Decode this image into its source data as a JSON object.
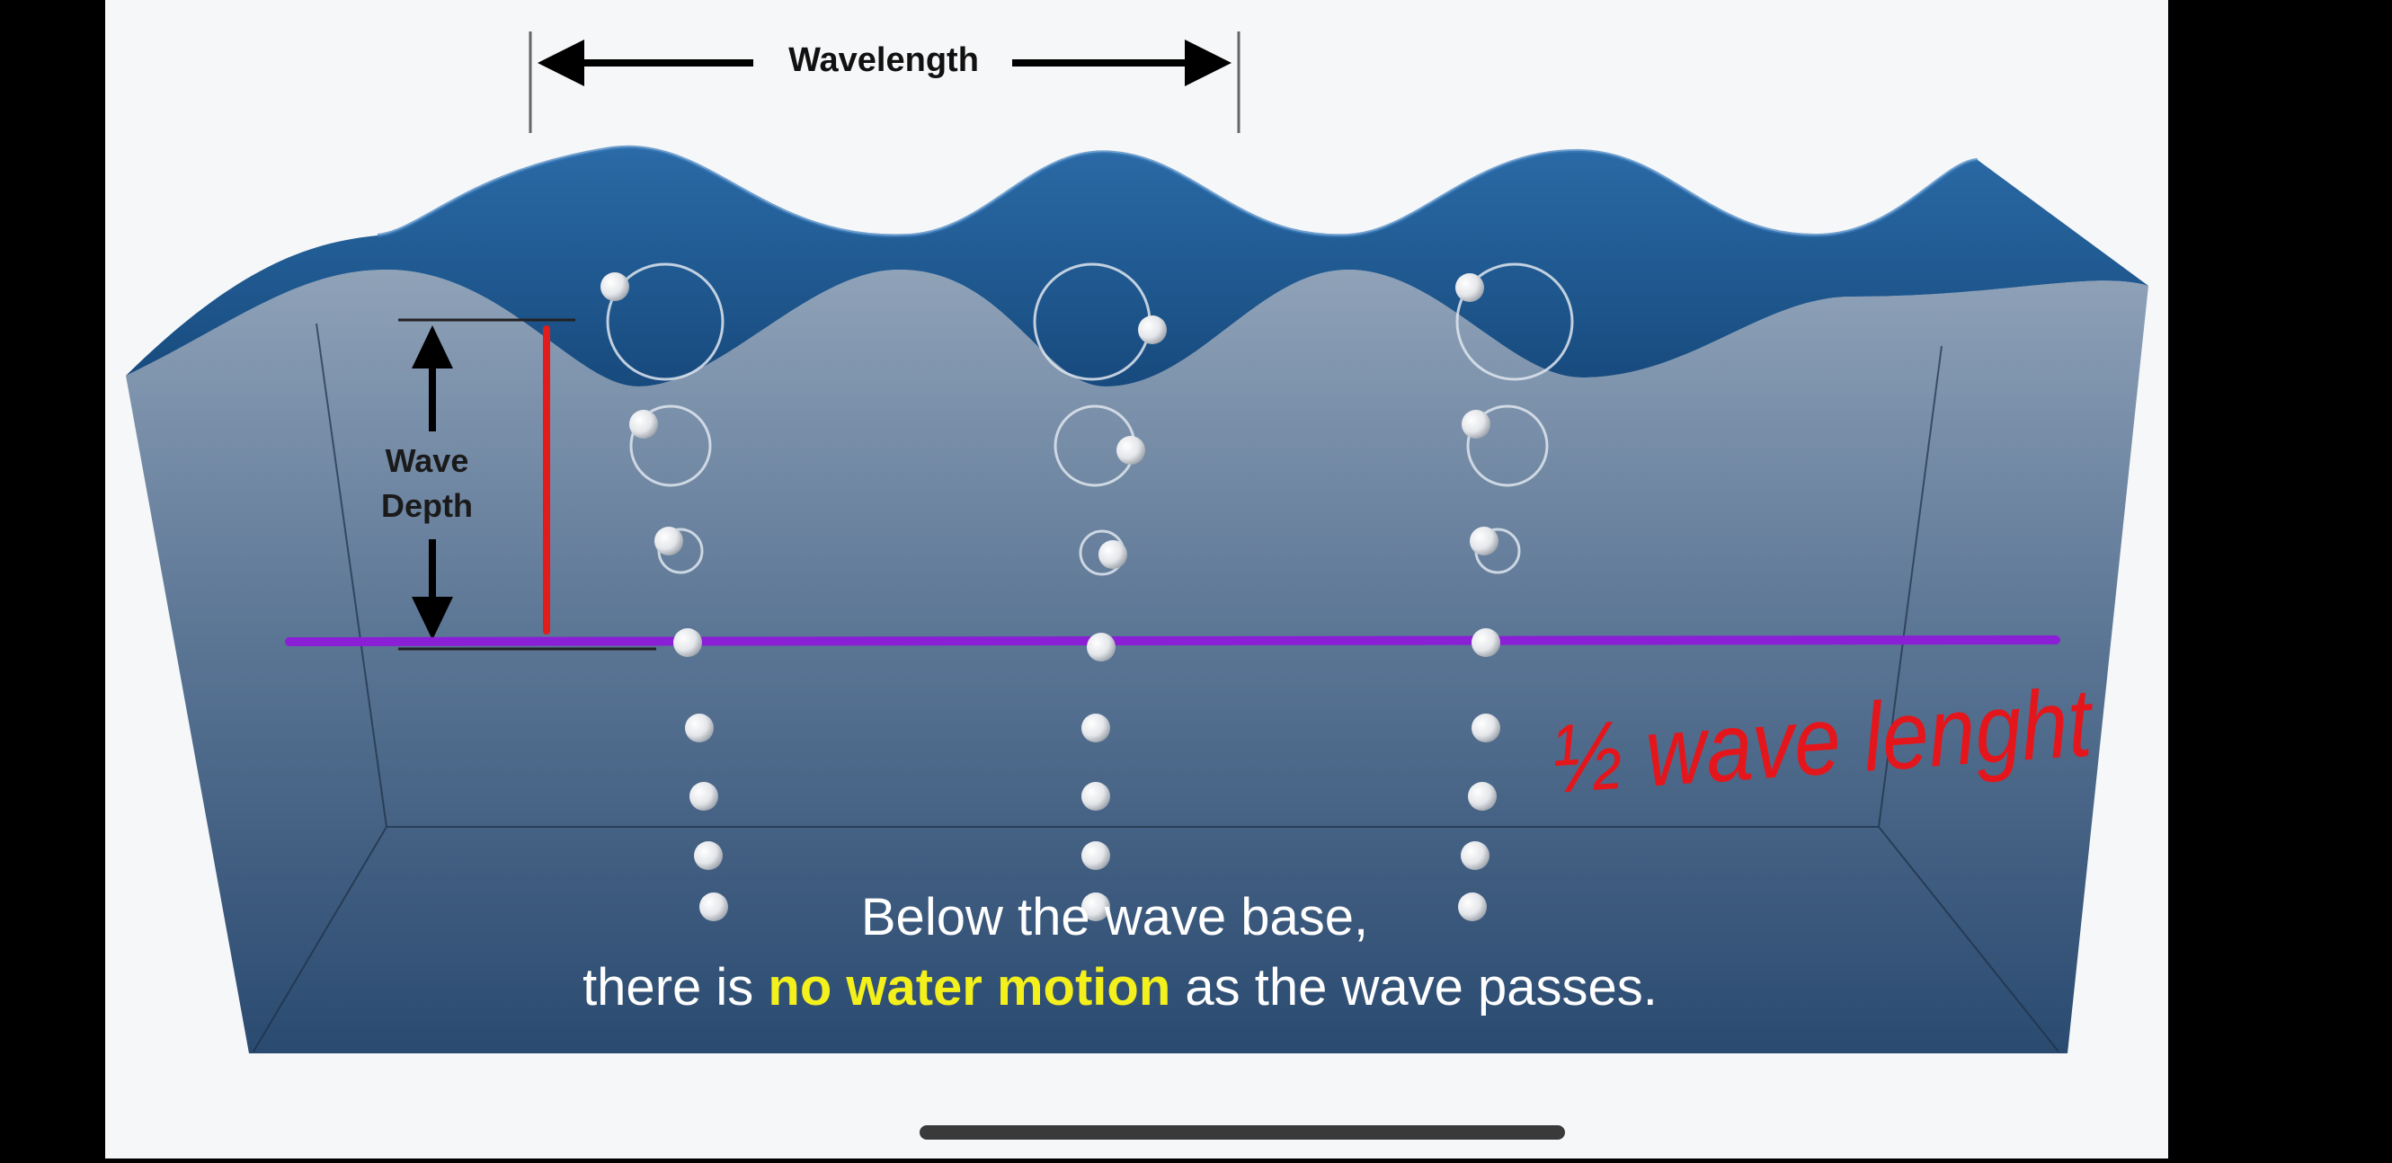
{
  "labels": {
    "wavelength": "Wavelength",
    "wave_depth_line1": "Wave",
    "wave_depth_line2": "Depth"
  },
  "caption": {
    "line1": "Below the wave base,",
    "line2_before": "there is ",
    "line2_highlight": "no water motion",
    "line2_after": " as the wave passes."
  },
  "handwritten_note": "½ wave lenght",
  "colors": {
    "wave_surface": "#1f5a93",
    "water_body_top": "#8c9fb5",
    "water_body_bottom": "#2c4d72",
    "wave_base_line": "#8a1fd6",
    "depth_marker": "#e21b1b",
    "caption_text": "#ffffff",
    "caption_highlight": "#f4f01c",
    "annotation_ink": "#e4161c"
  },
  "icons": {
    "wavelength_arrows": "double-horizontal-arrow-icon",
    "depth_arrows": "double-vertical-arrow-icon",
    "water_particle": "sphere-icon"
  }
}
